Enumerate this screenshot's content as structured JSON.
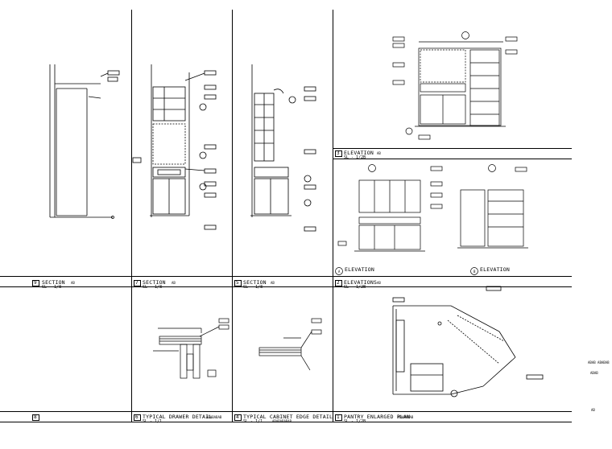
{
  "panels": [
    {
      "id": "9",
      "title": "SECTION",
      "scale": "SL - 1/8",
      "code": "AB"
    },
    {
      "id": "7",
      "title": "SECTION",
      "scale": "SL - 1/8",
      "code": "AB"
    },
    {
      "id": "5",
      "title": "SECTION",
      "scale": "SL - 1/8",
      "code": "AB"
    },
    {
      "id": "3",
      "title": "ELEVATION",
      "scale": "SL - 1/2B",
      "code": "AB"
    },
    {
      "id": "2",
      "title": "ELEVATIONS",
      "scale": "SL - 1/2B",
      "code": "AB"
    },
    {
      "id": "8",
      "title": "",
      "scale": "",
      "code": ""
    },
    {
      "id": "6",
      "title": "TYPICAL DRAWER DETAIL",
      "scale": "SL - 1/1",
      "code": "ABABABAB"
    },
    {
      "id": "4",
      "title": "TYPICAL CABINET EDGE DETAIL",
      "scale": "SL - 1/1",
      "code": "ABABABABAB"
    },
    {
      "id": "1",
      "title": "PANTRY ENLARGED PLAN",
      "scale": "SL - 1/2B",
      "code": "ABABABAB"
    }
  ],
  "elevation_markers": {
    "a": "A",
    "b": "B",
    "a_title": "ELEVATION",
    "b_title": "ELEVATION"
  },
  "side_notes": {
    "note1": "ABAB ABABAB",
    "note2": "ABAB",
    "note3": "AB"
  }
}
